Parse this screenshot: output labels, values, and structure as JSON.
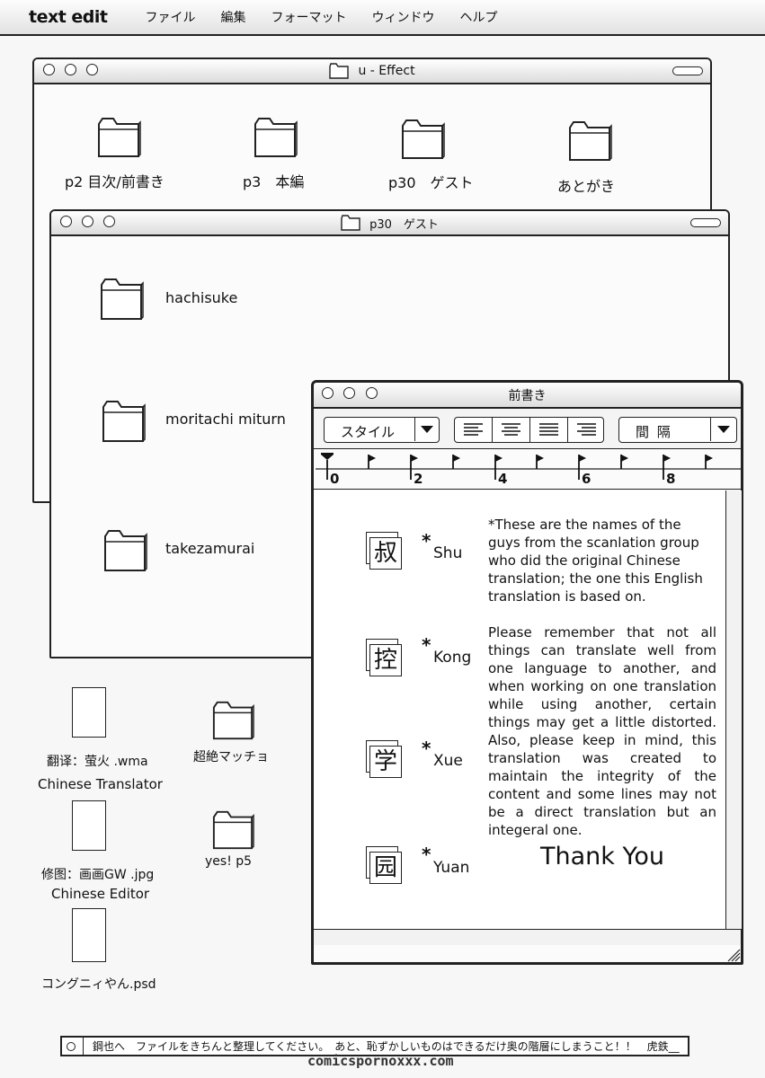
{
  "menubar": {
    "app_title": "text edit",
    "items": [
      "ファイル",
      "編集",
      "フォーマット",
      "ウィンドウ",
      "ヘルプ"
    ]
  },
  "window_effect": {
    "title": "u - Effect",
    "folders": [
      "p2 目次/前書き",
      "p3　本編",
      "p30　ゲスト",
      "あとがき"
    ]
  },
  "window_guest": {
    "title": "p30　ゲスト",
    "folders": [
      "hachisuke",
      "moritachi miturn",
      "takezamurai"
    ]
  },
  "window_preface": {
    "title": "前書き",
    "style_select": "スタイル",
    "spacing_select": "間 隔",
    "ruler_labels": [
      "0",
      "2",
      "4",
      "6",
      "8"
    ],
    "names": [
      {
        "kanji": "叔",
        "romaji": "Shu"
      },
      {
        "kanji": "控",
        "romaji": "Kong"
      },
      {
        "kanji": "学",
        "romaji": "Xue"
      },
      {
        "kanji": "园",
        "romaji": "Yuan"
      }
    ],
    "note_1": "*These are the names of the guys from the scanlation group who did the original Chinese translation; the one this English translation is based on.",
    "note_2": "Please remember that not all things can translate well from one language to another, and when working on one translation while using another, certain things may get a little distorted. Also, please keep in mind, this translation was created to maintain the integrity of the content and some lines may not be a direct translation but an integeral one.",
    "thanks": "Thank You"
  },
  "desktop": {
    "files": [
      {
        "name": "翻译：萤火 .wma",
        "role": "Chinese Translator"
      },
      {
        "name": "修图：画画GW .jpg",
        "role": "Chinese Editor"
      },
      {
        "name": "コングニィやん.psd",
        "role": ""
      }
    ],
    "folders": [
      "超絶マッチョ",
      "yes! p5"
    ]
  },
  "statusbar": {
    "message": "鋼也へ　ファイルをきちんと整理してください。　あと、恥ずかしいものはできるだけ奥の階層にしまうこと！！　虎鉄__"
  },
  "watermark": "comicspornoxxx.com"
}
